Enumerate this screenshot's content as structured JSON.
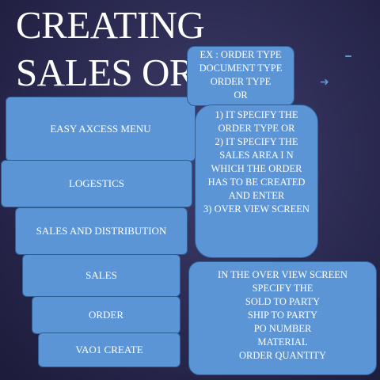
{
  "title": "CREATING SALES ORDER",
  "menu_path": [
    "EASY AXCESS MENU",
    "LOGESTICS",
    "SALES AND DISTRIBUTION",
    "SALES",
    "ORDER",
    "VAO1  CREATE"
  ],
  "example_box": {
    "lines": [
      "EX : ORDER TYPE",
      "DOCUMENT TYPE",
      "ORDER TYPE",
      "OR"
    ]
  },
  "specify_box": {
    "items": [
      "1)  IT SPECIFY  THE ORDER  TYPE OR",
      "2)  IT SPECIFY THE SALES AREA I N WHICH THE ORDER HAS TO BE CREATED AND ENTER",
      "3)  OVER VIEW SCREEN"
    ]
  },
  "overview_box": {
    "heading": "IN THE OVER VIEW SCREEN SPECIFY THE",
    "lines": [
      "SOLD TO PARTY",
      "SHIP TO PARTY",
      "PO NUMBER",
      "MATERIAL",
      "ORDER QUANTITY"
    ]
  },
  "colors": {
    "background": "#2a2950",
    "box_fill": "#5b95d6",
    "box_border": "#2d5e95",
    "text": "#ffffff"
  }
}
